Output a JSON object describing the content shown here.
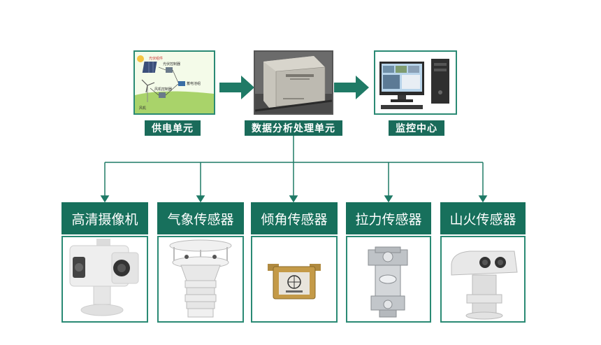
{
  "top_units": [
    {
      "label": "供电单元"
    },
    {
      "label": "数据分析处理单元"
    },
    {
      "label": "监控中心"
    }
  ],
  "power_diagram_labels": {
    "solar_panel": "光伏组件",
    "solar_controller": "光伏控制器",
    "battery": "蓄电池组",
    "wind_controller": "风机控制器",
    "wind_turbine": "风机"
  },
  "sensors": [
    {
      "label": "高清摄像机"
    },
    {
      "label": "气象传感器"
    },
    {
      "label": "倾角传感器"
    },
    {
      "label": "拉力传感器"
    },
    {
      "label": "山火传感器"
    }
  ],
  "colors": {
    "label_bg": "#1a6b5a",
    "frame_border": "#2a8a74",
    "arrow": "#1f7a66"
  }
}
